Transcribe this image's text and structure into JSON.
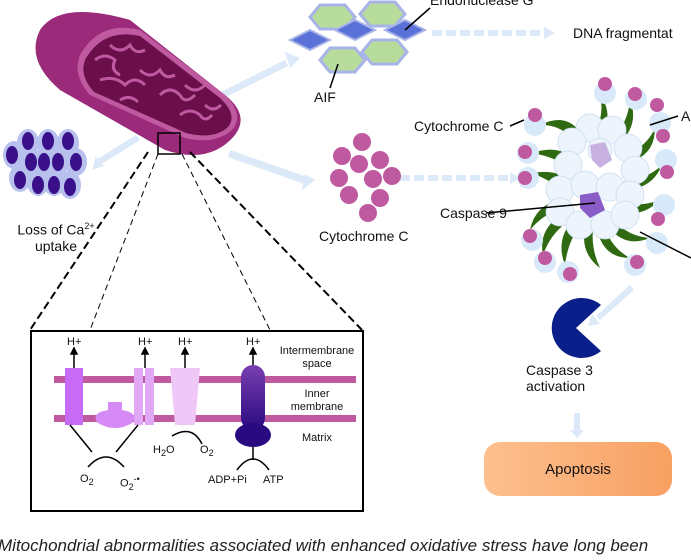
{
  "labels": {
    "endonuclease_g": "Endonuclease G",
    "dna_fragmentation": "DNA fragmentat",
    "aif": "AIF",
    "cytochrome_c_apoptosome": "Cytochrome C",
    "apaf_partial": "A",
    "loss_ca_line1": "Loss of Ca",
    "loss_ca_sup": "2+",
    "loss_ca_line2": "uptake",
    "cytochrome_c_released": "Cytochrome C",
    "caspase9": "Caspase 9",
    "caspase3_line1": "Caspase 3",
    "caspase3_line2": "activation",
    "apoptosis": "Apoptosis"
  },
  "inset": {
    "proton": "H+",
    "intermembrane_line1": "Intermembrane",
    "intermembrane_line2": "space",
    "inner_line1": "Inner",
    "inner_line2": "membrane",
    "matrix": "Matrix",
    "o2": "O",
    "o2_sub": "2",
    "superoxide": "O",
    "superoxide_sub": "2",
    "superoxide_sup": "-•",
    "h2o_h": "H",
    "h2o_sub": "2",
    "h2o_o": "O",
    "o2b": "O",
    "o2b_sub": "2",
    "adp": "ADP+Pi",
    "atp": "ATP"
  },
  "colors": {
    "mito": "#9b2a7a",
    "membrane": "#c05aa0",
    "cyto": "#c05aa0",
    "arrow": "#dbe9f8",
    "caspase3": "#0a1f8a",
    "apoptosis_start": "#fdc08f",
    "apoptosis_end": "#f7a062"
  },
  "caption": "Mitochondrial abnormalities associated with enhanced oxidative stress have long been"
}
